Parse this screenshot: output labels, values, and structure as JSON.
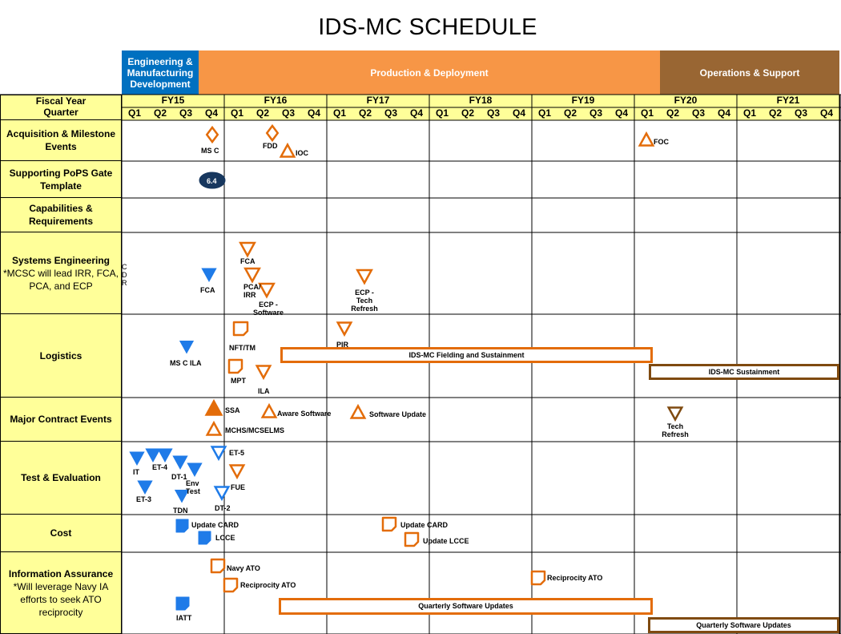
{
  "title": "IDS-MC SCHEDULE",
  "phases": {
    "emd": "Engineering & Manufacturing Development",
    "pd": "Production & Deployment",
    "os": "Operations & Support"
  },
  "header": {
    "fiscal_year": "Fiscal Year",
    "quarter": "Quarter"
  },
  "years": [
    "FY15",
    "FY16",
    "FY17",
    "FY18",
    "FY19",
    "FY20",
    "FY21"
  ],
  "quarters": [
    "Q1",
    "Q2",
    "Q3",
    "Q4"
  ],
  "rows": {
    "acq": {
      "main": "Acquisition & Milestone Events",
      "note": ""
    },
    "pops": {
      "main": "Supporting PoPS Gate Template",
      "note": ""
    },
    "cap": {
      "main": "Capabilities & Requirements",
      "note": ""
    },
    "se": {
      "main": "Systems Engineering",
      "note": "*MCSC will lead IRR, FCA, PCA, and ECP"
    },
    "log": {
      "main": "Logistics",
      "note": ""
    },
    "mce": {
      "main": "Major Contract Events",
      "note": ""
    },
    "te": {
      "main": "Test & Evaluation",
      "note": ""
    },
    "cost": {
      "main": "Cost",
      "note": ""
    },
    "ia": {
      "main": "Information Assurance",
      "note": "*Will leverage Navy IA efforts to seek ATO reciprocity"
    }
  },
  "labels": {
    "msc": "MS C",
    "fdd": "FDD",
    "ioc": "IOC",
    "foc": "FOC",
    "pops": "6.4",
    "cdr": "C D R",
    "fca_blue": "FCA",
    "fca": "FCA",
    "pca_irr": "PCA/ IRR",
    "ecp_sw": "ECP - Software",
    "ecp_tr": "ECP - Tech Refresh",
    "nft": "NFT/TM",
    "pir": "PIR",
    "msc_ila": "MS C ILA",
    "mpt": "MPT",
    "ila": "ILA",
    "fielding": "IDS-MC Fielding and Sustainment",
    "sustain": "IDS-MC Sustainment",
    "ssa": "SSA",
    "aware": "Aware  Software",
    "swupd": "Software Update",
    "mchs": "MCHS/MCSELMS",
    "techref": "Tech Refresh",
    "it": "IT",
    "et4": "ET-4",
    "dt1": "DT-1",
    "env": "Env Test",
    "et3": "ET-3",
    "tdn": "TDN",
    "et5": "ET-5",
    "fue": "FUE",
    "dt2": "DT-2",
    "upd_card1": "Update CARD",
    "lcce1": "LCCE",
    "upd_card2": "Update CARD",
    "upd_lcce2": "Update LCCE",
    "navy_ato": "Navy ATO",
    "recip1": "Reciprocity ATO",
    "recip2": "Reciprocity ATO",
    "iatt": "IATT",
    "qsu1": "Quarterly Software Updates",
    "qsu2": "Quarterly Software Updates"
  },
  "colors": {
    "orange": "#e36c09",
    "blue": "#1f7be8",
    "navy": "#17375e",
    "brown": "#7f4a10",
    "yellow": "#ffff99"
  }
}
